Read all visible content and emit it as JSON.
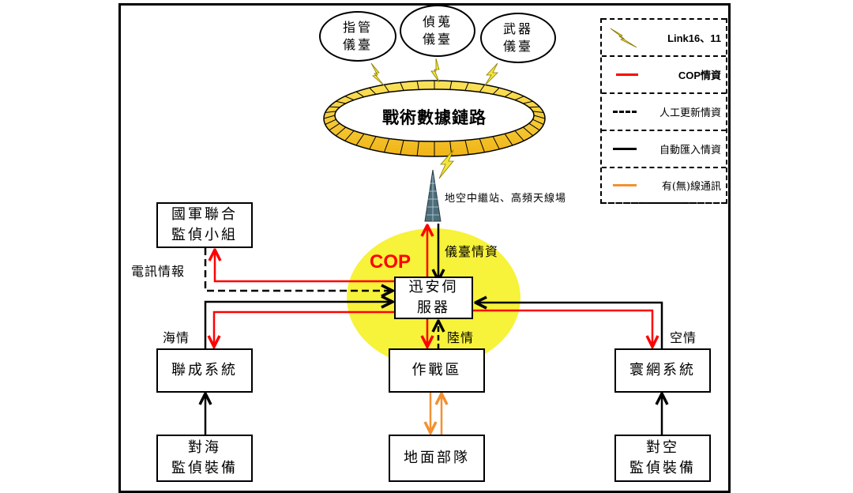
{
  "title": "COP Information Flow Diagram",
  "top_nodes": [
    {
      "id": "command",
      "label": "指管\n儀臺"
    },
    {
      "id": "recon",
      "label": "偵蒐\n儀臺"
    },
    {
      "id": "weapon",
      "label": "武器\n儀臺"
    }
  ],
  "datalink_ring": {
    "label": "戰術數據鏈路"
  },
  "relay": {
    "label": "地空中繼站、高頻天線場"
  },
  "cop_label": "COP",
  "nodes": {
    "joint_team": "國軍聯合\n監偵小組",
    "server": "迅安伺\n服器",
    "joint_system": "聯成系統",
    "ops_area": "作戰區",
    "sky_system": "寰網系統",
    "sea_equip": "對海\n監偵裝備",
    "ground_units": "地面部隊",
    "air_equip": "對空\n監偵裝備"
  },
  "edge_labels": {
    "platform_intel": "儀臺情資",
    "telecom_intel": "電訊情報",
    "sea_intel": "海情",
    "land_intel": "陸情",
    "air_intel": "空情"
  },
  "legend": [
    {
      "symbol": "lightning",
      "label": "Link16、11",
      "color": "#e6d21e"
    },
    {
      "symbol": "solid-line",
      "label": "COP情資",
      "color": "#ff0000"
    },
    {
      "symbol": "dashed-line",
      "label": "人工更新情資",
      "color": "#000000"
    },
    {
      "symbol": "solid-line",
      "label": "自動匯入情資",
      "color": "#000000"
    },
    {
      "symbol": "solid-line",
      "label": "有(無)線通訊",
      "color": "#f39030"
    }
  ],
  "colors": {
    "cop": "#ff0000",
    "wireless": "#f39030",
    "highlight": "#f7f23a",
    "ring": "#f5c527",
    "lightning": "#f3e53a"
  }
}
